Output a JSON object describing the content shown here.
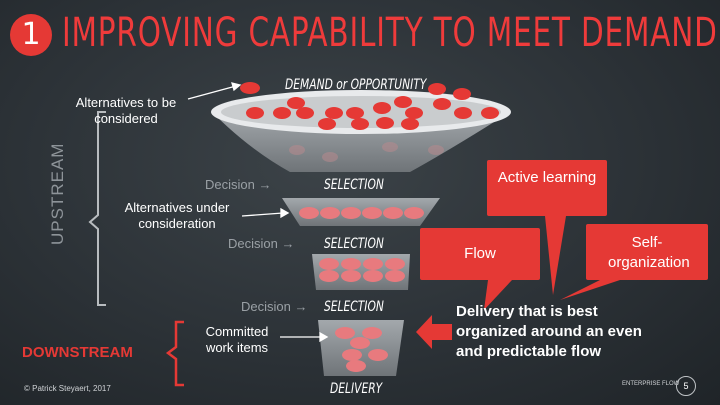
{
  "slide": {
    "number": "1",
    "title": "IMPROVING CAPABILITY TO MEET DEMAND",
    "stage_top": "DEMAND or OPPORTUNITY",
    "stage_selection": "SELECTION",
    "stage_delivery": "DELIVERY",
    "label_alternatives": "Alternatives to be considered",
    "label_under_consideration": "Alternatives under consideration",
    "label_committed": "Committed work items",
    "decision": "Decision →",
    "upstream": "UPSTREAM",
    "downstream": "DOWNSTREAM",
    "bubbles": {
      "flow": "Flow",
      "active_learning": "Active learning",
      "self_organization": "Self-organization"
    },
    "delivery_text": "Delivery that is best organized around an even and predictable flow",
    "copyright": "© Patrick Steyaert, 2017",
    "brand": "ENTERPRISE FLOW",
    "page": "5"
  },
  "colors": {
    "accent": "#e53935",
    "muted_text": "#9aa0a5",
    "funnel_fill": "#8f9498"
  }
}
